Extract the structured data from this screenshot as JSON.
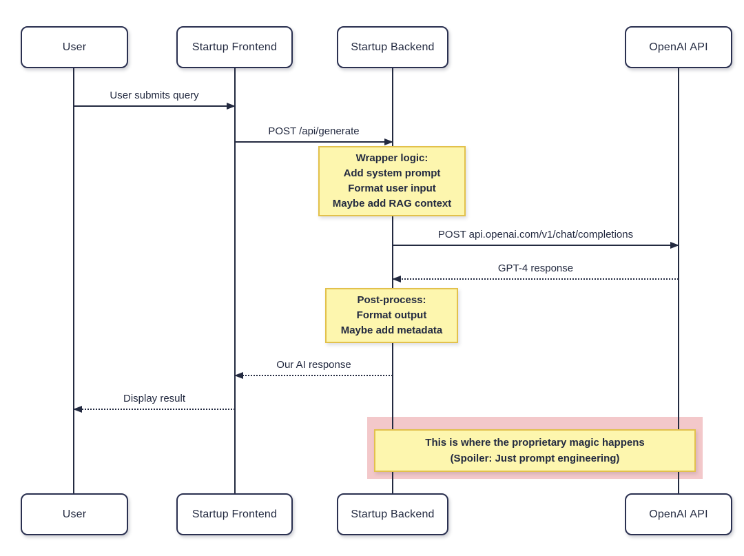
{
  "diagram": {
    "type": "sequence-diagram",
    "actors": [
      {
        "id": "user",
        "label": "User"
      },
      {
        "id": "startup-frontend",
        "label": "Startup Frontend"
      },
      {
        "id": "startup-backend",
        "label": "Startup Backend"
      },
      {
        "id": "openai-api",
        "label": "OpenAI API"
      }
    ],
    "messages": [
      {
        "label": "User submits query",
        "from": "user",
        "to": "startup-frontend",
        "style": "solid",
        "direction": "right"
      },
      {
        "label": "POST /api/generate",
        "from": "startup-frontend",
        "to": "startup-backend",
        "style": "solid",
        "direction": "right"
      },
      {
        "label": "POST api.openai.com/v1/chat/completions",
        "from": "startup-backend",
        "to": "openai-api",
        "style": "solid",
        "direction": "right"
      },
      {
        "label": "GPT-4 response",
        "from": "openai-api",
        "to": "startup-backend",
        "style": "dotted",
        "direction": "left"
      },
      {
        "label": "Our AI response",
        "from": "startup-backend",
        "to": "startup-frontend",
        "style": "dotted",
        "direction": "left"
      },
      {
        "label": "Display result",
        "from": "startup-frontend",
        "to": "user",
        "style": "dotted",
        "direction": "left"
      }
    ],
    "notes": [
      {
        "over": "startup-backend",
        "lines": [
          "Wrapper logic:",
          "Add system prompt",
          "Format user input",
          "Maybe add RAG context"
        ]
      },
      {
        "over": "startup-backend",
        "lines": [
          "Post-process:",
          "Format output",
          "Maybe add metadata"
        ]
      },
      {
        "over": "startup-backend..openai-api",
        "lines": [
          "This is where the proprietary magic happens",
          "(Spoiler: Just prompt engineering)"
        ]
      }
    ],
    "colors": {
      "line": "#232a40",
      "text": "#232a40",
      "actor_fill": "#ffffff",
      "actor_border": "#2a3050",
      "note_fill": "#fdf6ae",
      "note_border": "#e2c14c",
      "highlight_fill": "#f3c8ca",
      "background": "#ffffff"
    }
  }
}
